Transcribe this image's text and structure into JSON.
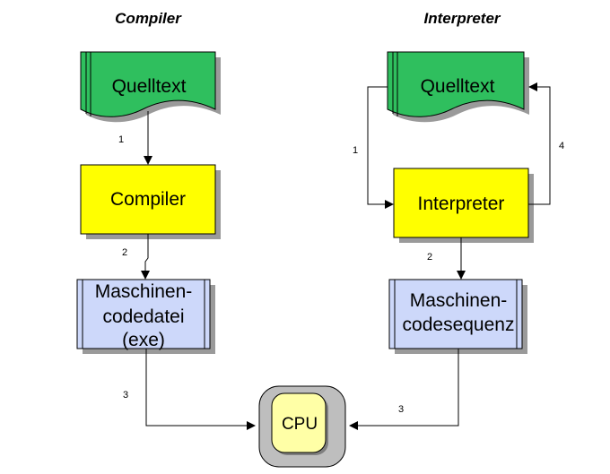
{
  "diagram": {
    "titles": {
      "compiler": "Compiler",
      "interpreter": "Interpreter"
    },
    "compiler_side": {
      "source": "Quelltext",
      "compiler": "Compiler",
      "output_lines": [
        "Maschinen-",
        "codedatei",
        "(exe)"
      ]
    },
    "interpreter_side": {
      "source": "Quelltext",
      "interpreter": "Interpreter",
      "output_lines": [
        "Maschinen-",
        "codesequenz"
      ]
    },
    "cpu": "CPU",
    "steps": {
      "c1": "1",
      "c2": "2",
      "c3": "3",
      "i1": "1",
      "i2": "2",
      "i3": "3",
      "i4": "4"
    },
    "colors": {
      "document": "#2fbf5e",
      "process": "#ffff00",
      "output": "#cdd8fa",
      "cpu_outer": "#bebebe",
      "cpu_inner": "#ffffa6",
      "shadow": "#9a9a9a"
    }
  }
}
